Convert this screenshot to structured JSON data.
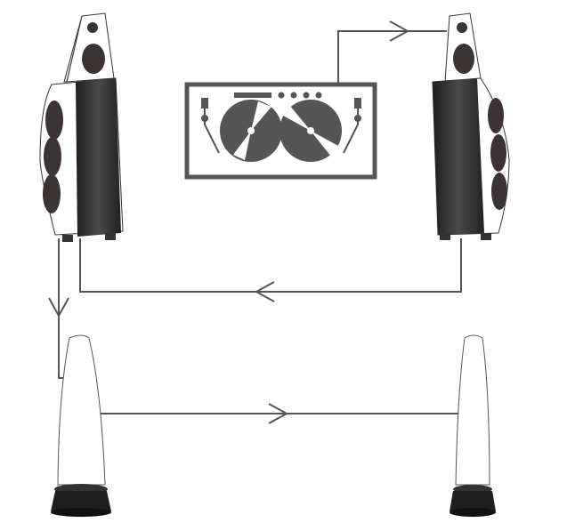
{
  "diagram": {
    "nodes": [
      {
        "id": "speaker-left",
        "kind": "tower-speaker"
      },
      {
        "id": "speaker-right",
        "kind": "tower-speaker"
      },
      {
        "id": "turntable",
        "kind": "dj-turntable-deck"
      },
      {
        "id": "subwoofer-left",
        "kind": "column-speaker"
      },
      {
        "id": "subwoofer-right",
        "kind": "column-speaker"
      }
    ],
    "connections": [
      {
        "from": "turntable",
        "to": "speaker-right",
        "direction": "right"
      },
      {
        "from": "speaker-right",
        "to": "speaker-left",
        "direction": "left"
      },
      {
        "from": "speaker-left",
        "to": "subwoofer-left",
        "direction": "down"
      },
      {
        "from": "subwoofer-left",
        "to": "subwoofer-right",
        "direction": "right"
      }
    ]
  },
  "colors": {
    "line": "#555555",
    "speaker_body": "#2e2e2e",
    "driver": "#3a3434",
    "shell": "#ffffff"
  }
}
